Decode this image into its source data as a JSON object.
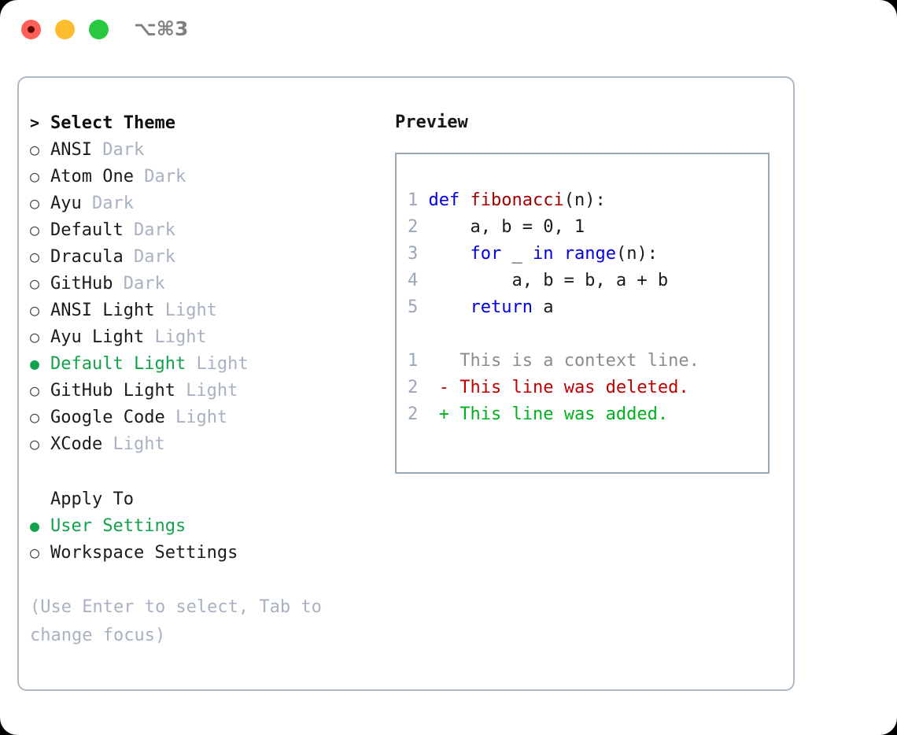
{
  "titlebar": {
    "shortcut": "⌥⌘3",
    "lights": [
      {
        "name": "close",
        "color": "#ff5f57"
      },
      {
        "name": "minimize",
        "color": "#febc2e"
      },
      {
        "name": "maximize",
        "color": "#28c840"
      }
    ]
  },
  "theme_picker": {
    "header_marker": ">",
    "header_label": "Select Theme",
    "marker_selected": "●",
    "marker_unselected": "○",
    "selected_color": "#12a24a",
    "badge_color": "#a8b2c0",
    "items": [
      {
        "label": "ANSI",
        "badge": "Dark",
        "selected": false
      },
      {
        "label": "Atom One",
        "badge": "Dark",
        "selected": false
      },
      {
        "label": "Ayu",
        "badge": "Dark",
        "selected": false
      },
      {
        "label": "Default",
        "badge": "Dark",
        "selected": false
      },
      {
        "label": "Dracula",
        "badge": "Dark",
        "selected": false
      },
      {
        "label": "GitHub",
        "badge": "Dark",
        "selected": false
      },
      {
        "label": "ANSI Light",
        "badge": "Light",
        "selected": false
      },
      {
        "label": "Ayu Light",
        "badge": "Light",
        "selected": false
      },
      {
        "label": "Default Light",
        "badge": "Light",
        "selected": true
      },
      {
        "label": "GitHub Light",
        "badge": "Light",
        "selected": false
      },
      {
        "label": "Google Code",
        "badge": "Light",
        "selected": false
      },
      {
        "label": "XCode",
        "badge": "Light",
        "selected": false
      }
    ]
  },
  "apply_to": {
    "header_label": "Apply To",
    "items": [
      {
        "label": "User Settings",
        "selected": true
      },
      {
        "label": "Workspace Settings",
        "selected": false
      }
    ]
  },
  "hint": {
    "line1": "(Use Enter to select, Tab to",
    "line2": "change focus)"
  },
  "preview": {
    "title": "Preview",
    "code_lines": [
      {
        "num": "1",
        "tokens": [
          {
            "t": "def ",
            "c": "kw"
          },
          {
            "t": "fibonacci",
            "c": "fn"
          },
          {
            "t": "(n):",
            "c": "plain"
          }
        ]
      },
      {
        "num": "2",
        "tokens": [
          {
            "t": "    a, b = 0, 1",
            "c": "plain"
          }
        ]
      },
      {
        "num": "3",
        "tokens": [
          {
            "t": "    ",
            "c": "plain"
          },
          {
            "t": "for",
            "c": "kw"
          },
          {
            "t": " _ ",
            "c": "plain"
          },
          {
            "t": "in",
            "c": "kw"
          },
          {
            "t": " ",
            "c": "plain"
          },
          {
            "t": "range",
            "c": "kw"
          },
          {
            "t": "(n):",
            "c": "plain"
          }
        ]
      },
      {
        "num": "4",
        "tokens": [
          {
            "t": "        a, b = b, a + b",
            "c": "plain"
          }
        ]
      },
      {
        "num": "5",
        "tokens": [
          {
            "t": "    ",
            "c": "plain"
          },
          {
            "t": "return",
            "c": "kw"
          },
          {
            "t": " a",
            "c": "plain"
          }
        ]
      }
    ],
    "diff_lines": [
      {
        "num": "1",
        "sign": " ",
        "text": " This is a context line.",
        "kind": "ctx"
      },
      {
        "num": "2",
        "sign": "-",
        "text": " This line was deleted.",
        "kind": "del"
      },
      {
        "num": "2",
        "sign": "+",
        "text": " This line was added.",
        "kind": "add"
      }
    ]
  }
}
